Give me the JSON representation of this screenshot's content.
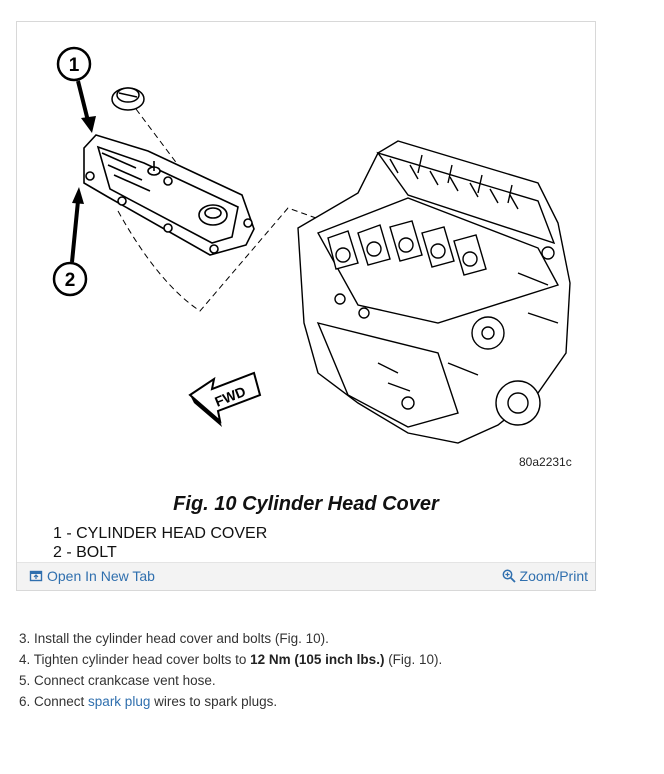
{
  "figure": {
    "callouts": [
      "1",
      "2"
    ],
    "fwd_label": "FWD",
    "code": "80a2231c",
    "title": "Fig. 10 Cylinder Head Cover",
    "legend": [
      "1 - CYLINDER HEAD COVER",
      "2 - BOLT"
    ],
    "toolbar": {
      "open_label": "Open In New Tab",
      "open_icon": "open-tab-icon",
      "zoom_label": "Zoom/Print",
      "zoom_icon": "zoom-in-icon",
      "link_color": "#2f6fae"
    }
  },
  "steps": {
    "s3": "3. Install the cylinder head cover and bolts (Fig. 10).",
    "s4_pre": "4. Tighten cylinder head cover bolts to ",
    "s4_bold": "12 Nm (105 inch lbs.)",
    "s4_post": " (Fig. 10).",
    "s5": "5. Connect crankcase vent hose.",
    "s6_pre": "6. Connect ",
    "s6_link": "spark plug",
    "s6_post": " wires to spark plugs."
  }
}
